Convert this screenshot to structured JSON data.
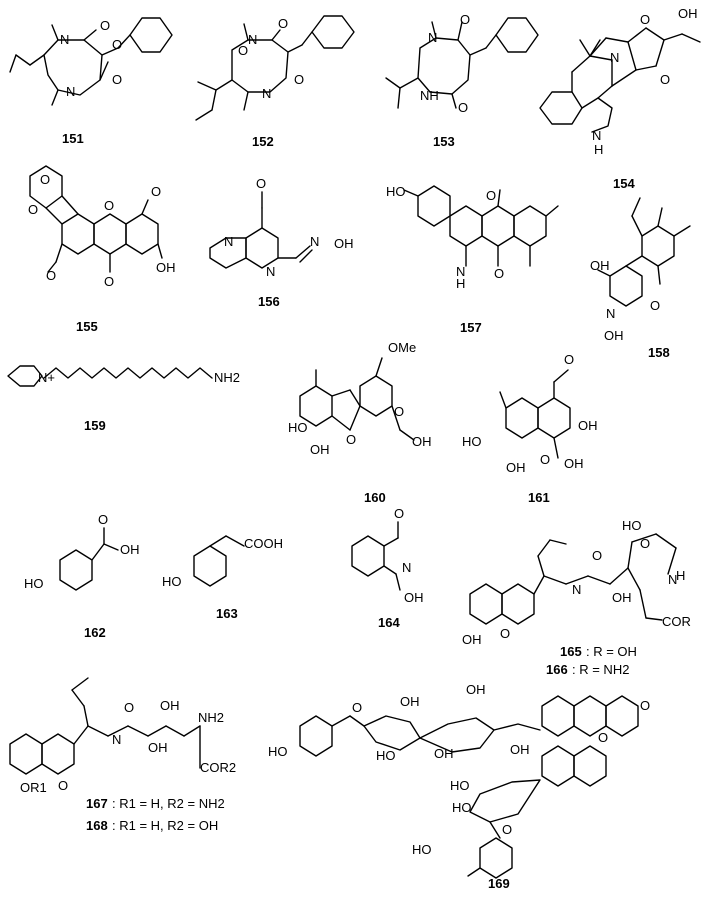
{
  "compounds": [
    {
      "id": "151"
    },
    {
      "id": "152"
    },
    {
      "id": "153"
    },
    {
      "id": "154"
    },
    {
      "id": "155"
    },
    {
      "id": "156"
    },
    {
      "id": "157"
    },
    {
      "id": "158"
    },
    {
      "id": "159"
    },
    {
      "id": "160"
    },
    {
      "id": "161"
    },
    {
      "id": "162"
    },
    {
      "id": "163"
    },
    {
      "id": "164"
    },
    {
      "id": "165",
      "definition": ": R = OH"
    },
    {
      "id": "166",
      "definition": ": R = NH2"
    },
    {
      "id": "167",
      "definition": ": R1 = H, R2 = NH2"
    },
    {
      "id": "168",
      "definition": ": R1 = H, R2 = OH"
    },
    {
      "id": "169"
    }
  ],
  "atoms": {
    "o": "O",
    "n": "N",
    "nh": "NH",
    "nplus": "N+",
    "nh2": "NH2",
    "h": "H",
    "oh": "OH",
    "ho": "HO",
    "ome": "OMe",
    "cooh": "COOH",
    "cor": "COR",
    "cor2": "COR2",
    "or1": "OR1"
  }
}
